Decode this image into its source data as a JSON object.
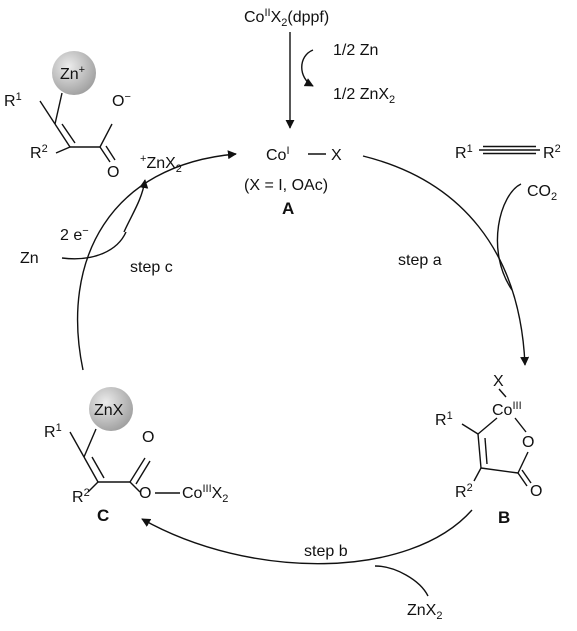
{
  "top": {
    "precatalyst": {
      "base": "Co",
      "ox": "II",
      "x": "X",
      "x_sub": "2",
      "ligand": "(dppf)"
    },
    "reductant": {
      "coef": "1/2",
      "metal": "Zn"
    },
    "byproduct": {
      "coef": "1/2",
      "species": "ZnX",
      "sub": "2"
    }
  },
  "catalyst_A": {
    "metal": "Co",
    "ox": "I",
    "bond": "—",
    "ligand": "X",
    "note": "(X = I, OAc)",
    "label": "A"
  },
  "alkyne": {
    "r1": "R",
    "r1_sup": "1",
    "r2": "R",
    "r2_sup": "2"
  },
  "co2": {
    "base": "CO",
    "sub": "2"
  },
  "steps": {
    "a": "step a",
    "b": "step b",
    "c": "step c"
  },
  "intermediate_B": {
    "x": "X",
    "co": "Co",
    "co_ox": "III",
    "r1": "R",
    "r1_sup": "1",
    "r2": "R",
    "r2_sup": "2",
    "o_ring": "O",
    "o_carbonyl": "O",
    "label": "B"
  },
  "znx2_in": {
    "base": "ZnX",
    "sub": "2"
  },
  "intermediate_C": {
    "znx": "ZnX",
    "r1": "R",
    "r1_sup": "1",
    "r2": "R",
    "r2_sup": "2",
    "o_carbonyl": "O",
    "o_ester": "O",
    "cobalt": "Co",
    "cobalt_ox": "III",
    "cobalt_x": "X",
    "cobalt_sub": "2",
    "label": "C"
  },
  "zn_reductant": {
    "metal": "Zn",
    "electrons": "2 e",
    "electrons_charge": "−"
  },
  "product": {
    "zn": "Zn",
    "zn_charge": "+",
    "r1": "R",
    "r1_sup": "1",
    "r2": "R",
    "r2_sup": "2",
    "o_anion": "O",
    "o_charge": "−",
    "o_carbonyl": "O",
    "counter_charge": "+",
    "counter": "ZnX",
    "counter_sub": "2"
  },
  "colors": {
    "ink": "#111111",
    "sphere_light": "#ececec",
    "sphere_dark": "#9e9e9e"
  }
}
